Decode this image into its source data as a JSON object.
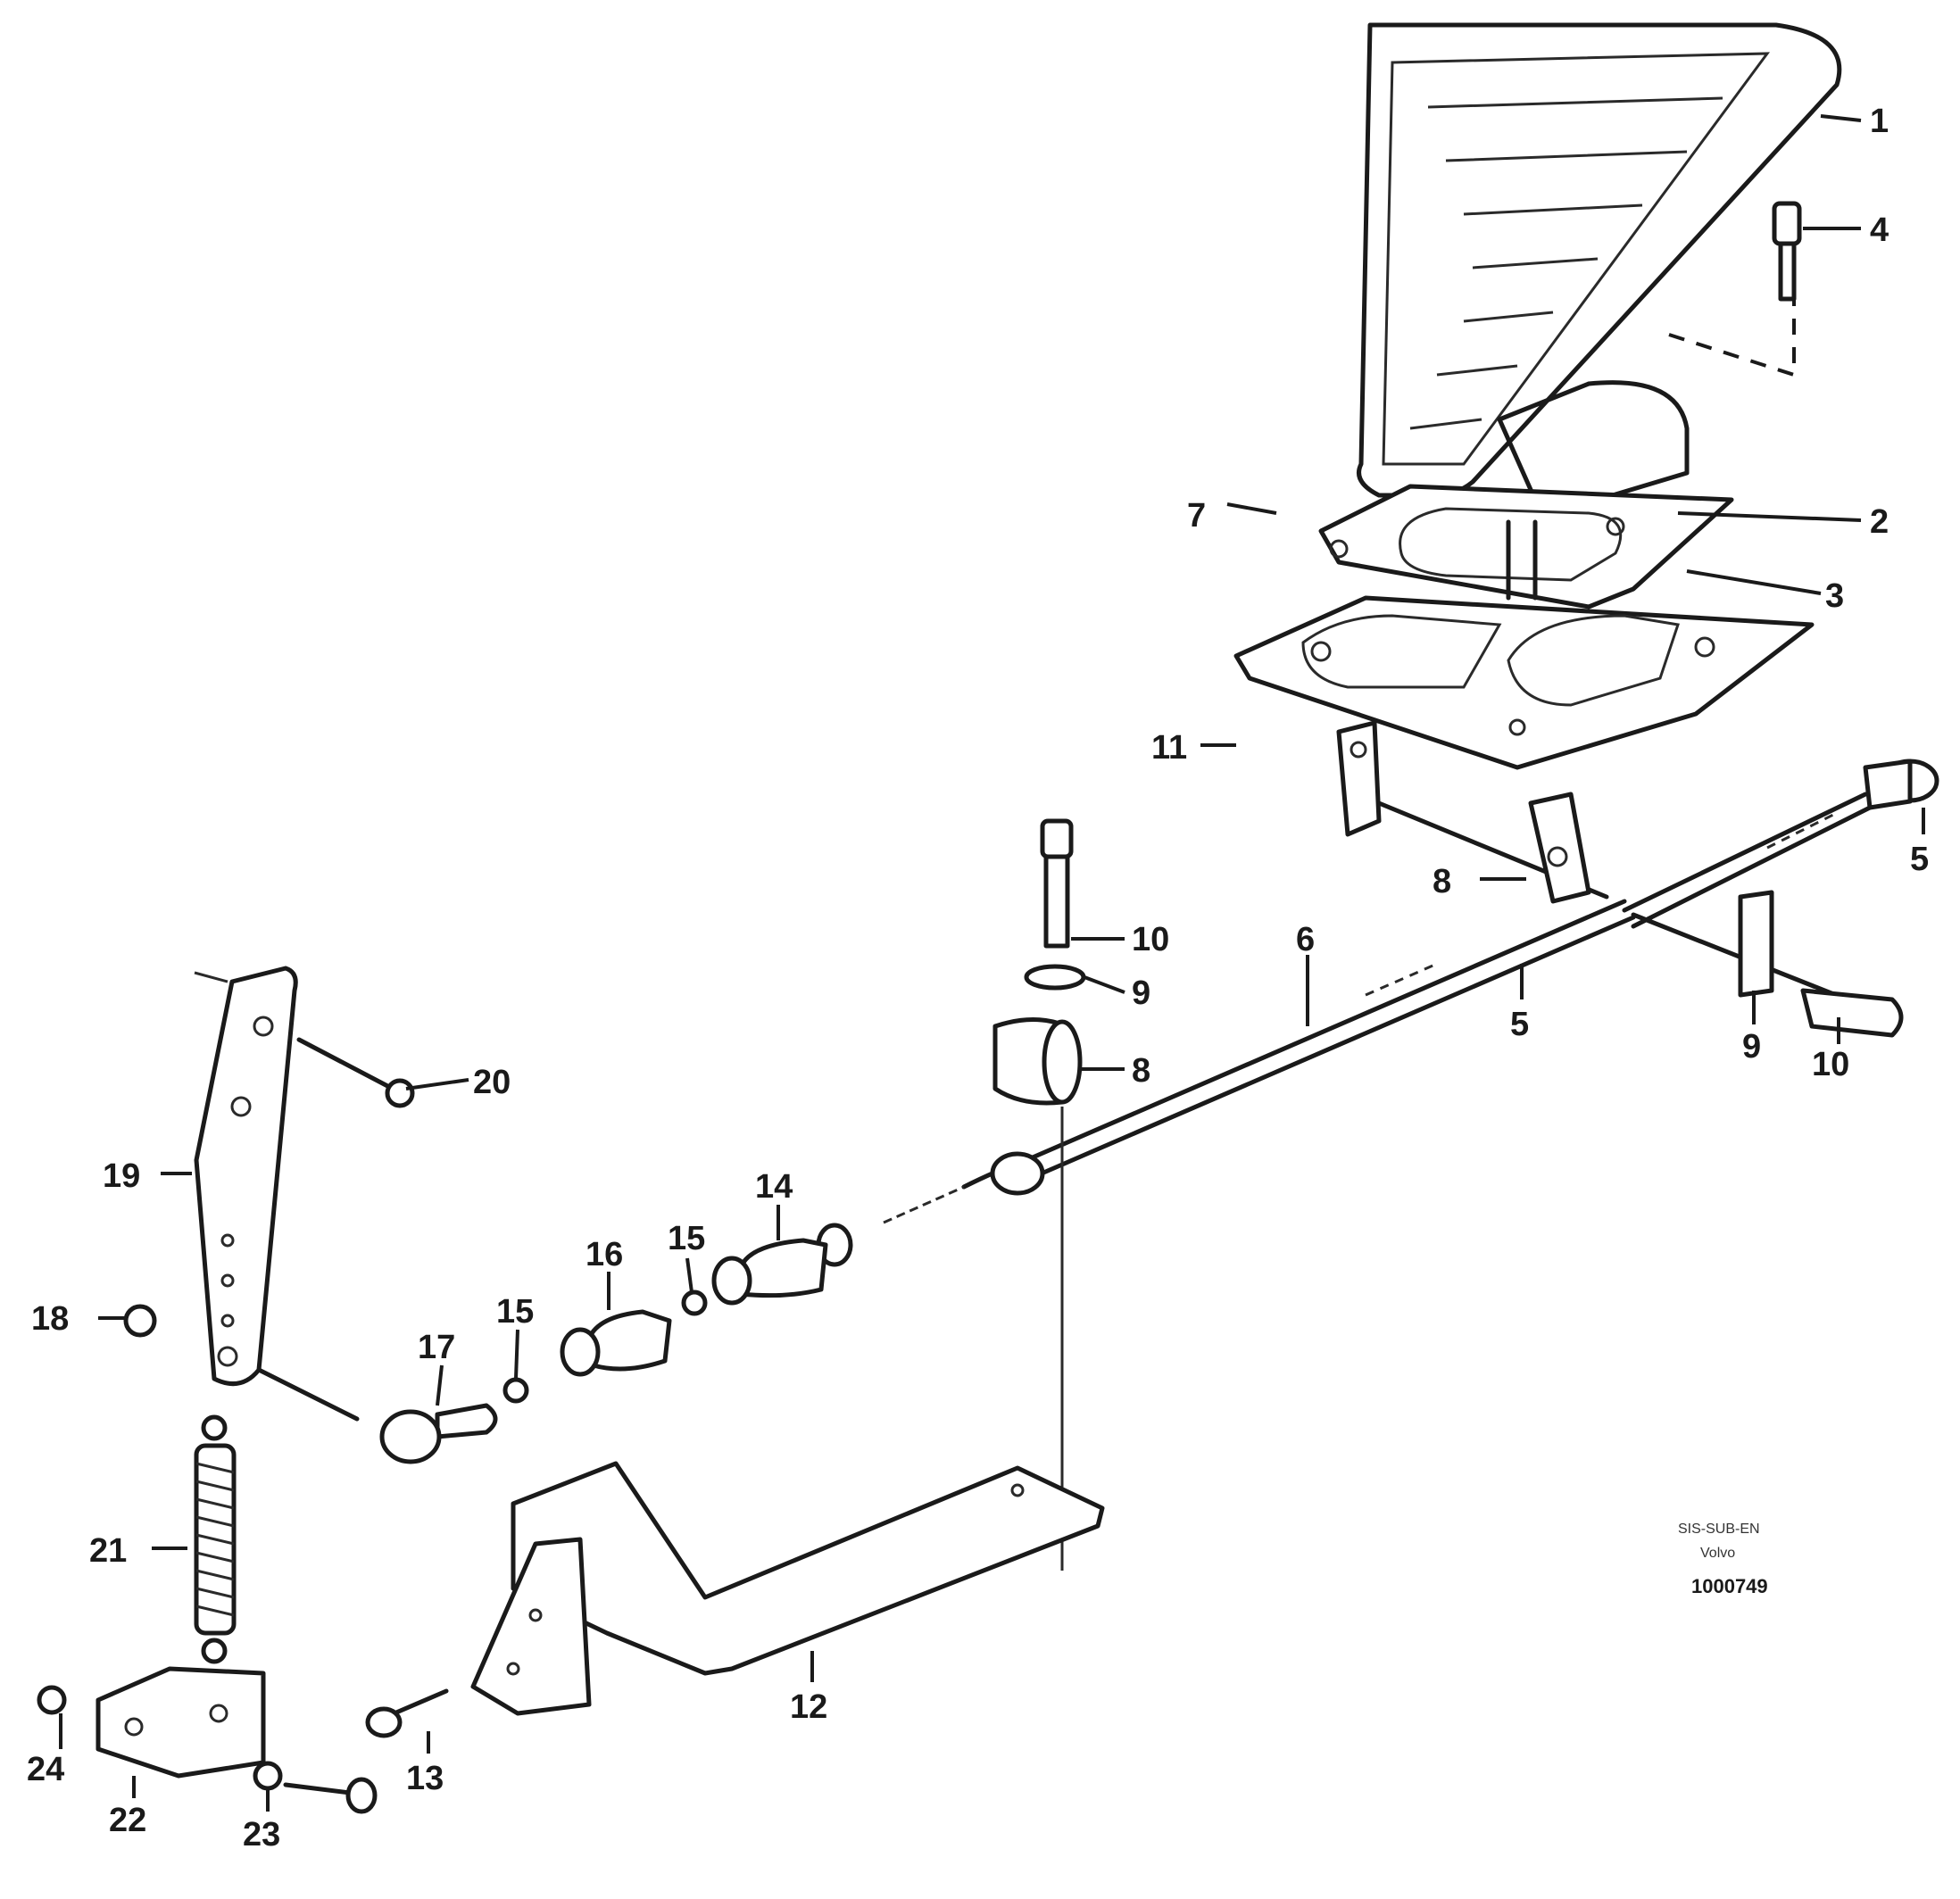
{
  "callouts": {
    "c1": "1",
    "c2": "2",
    "c3": "3",
    "c4": "4",
    "c5a": "5",
    "c5b": "5",
    "c6": "6",
    "c7": "7",
    "c8": "8",
    "c8b": "8",
    "c9a": "9",
    "c9b": "9",
    "c10a": "10",
    "c10b": "10",
    "c11": "11",
    "c12": "12",
    "c13": "13",
    "c14": "14",
    "c15a": "15",
    "c15b": "15",
    "c16": "16",
    "c17": "17",
    "c18": "18",
    "c19": "19",
    "c20": "20",
    "c21": "21",
    "c22": "22",
    "c23": "23",
    "c24": "24"
  },
  "reference": {
    "line1": "SIS-SUB-EN",
    "line2": "Volvo",
    "id": "1000749"
  }
}
